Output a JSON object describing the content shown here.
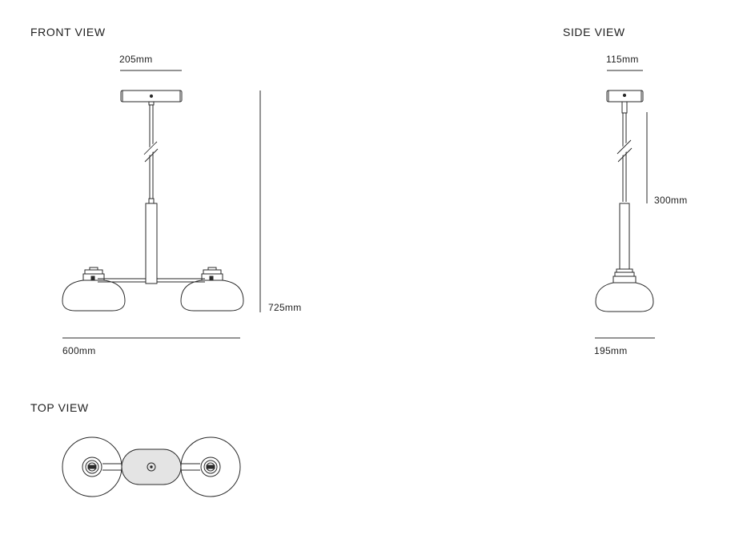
{
  "views": {
    "front": {
      "title": "FRONT VIEW",
      "dims": {
        "canopy_width": "205mm",
        "overall_height": "725mm",
        "overall_width": "600mm"
      }
    },
    "side": {
      "title": "SIDE VIEW",
      "dims": {
        "canopy_width": "115mm",
        "rod_length": "300mm",
        "shade_width": "195mm"
      }
    },
    "top": {
      "title": "TOP VIEW"
    }
  },
  "colors": {
    "line": "#2a2a2a",
    "canopy_fill": "#e4e4e4"
  }
}
